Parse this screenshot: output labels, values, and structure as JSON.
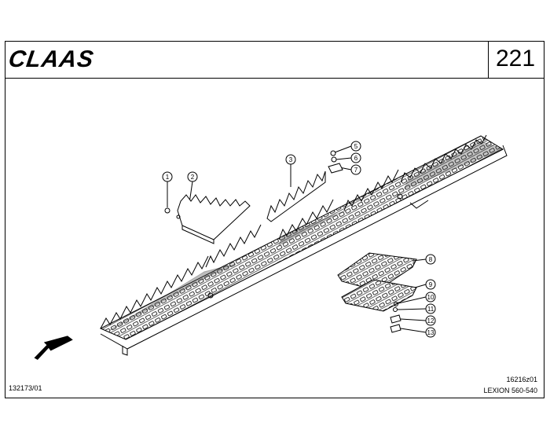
{
  "header": {
    "logo_text": "CLAAS",
    "page_number": "221"
  },
  "footer": {
    "ref_number": "132173/01",
    "drawing_number": "16216z01",
    "model": "LEXION 560-540"
  },
  "callouts": [
    "1",
    "2",
    "3",
    "5",
    "6",
    "7",
    "8",
    "9",
    "10",
    "11",
    "12",
    "13"
  ],
  "icons": {
    "direction_arrow": "arrow-down-left-icon"
  }
}
